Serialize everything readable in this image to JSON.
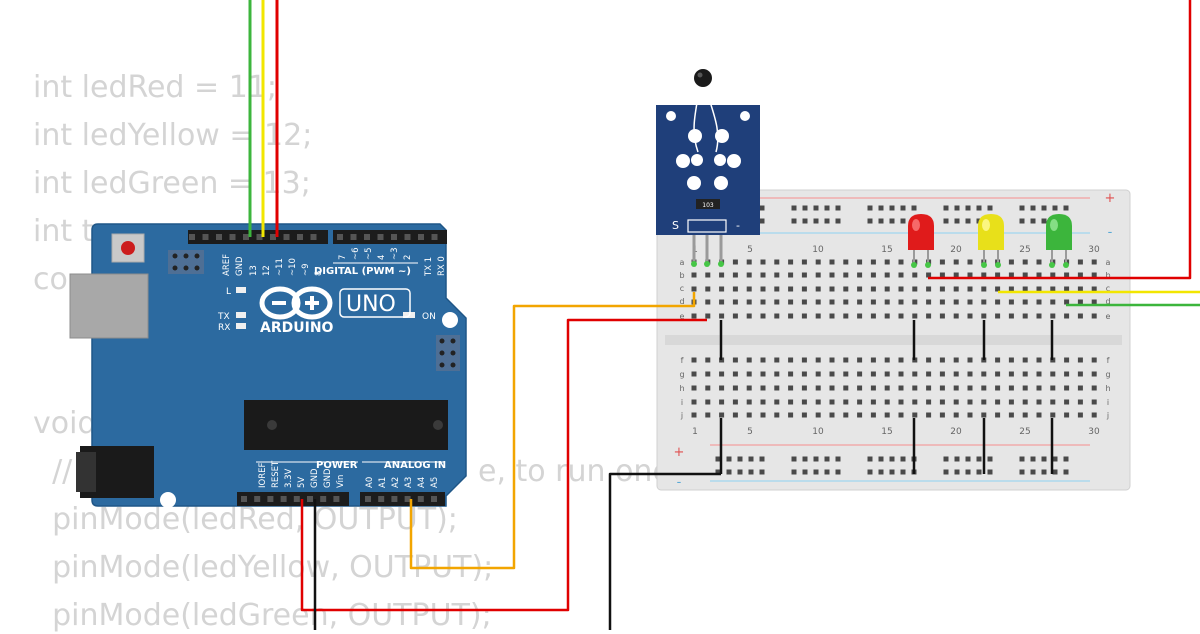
{
  "code_lines": [
    "int ledRed = 11;",
    "int ledYellow = 12;",
    "int ledGreen = 13;",
    "int t",
    "co",
    "void",
    "  //",
    "e, to run once:",
    "  pinMode(ledRed, OUTPUT);",
    "  pinMode(ledYellow, OUTPUT);",
    "  pinMode(ledGreen, OUTPUT);"
  ],
  "arduino": {
    "model": "UNO",
    "brand": "ARDUINO",
    "digital_header": "DIGITAL (PWM ~)",
    "power_label": "POWER",
    "analog_label": "ANALOG IN",
    "digital_pins": [
      "AREF",
      "GND",
      "13",
      "12",
      "~11",
      "~10",
      "~9",
      "8",
      "7",
      "~6",
      "~5",
      "4",
      "~3",
      "2",
      "TX 1",
      "RX 0"
    ],
    "power_pins": [
      "IOREF",
      "RESET",
      "3.3V",
      "5V",
      "GND",
      "GND",
      "Vin"
    ],
    "analog_pins": [
      "A0",
      "A1",
      "A2",
      "A3",
      "A4",
      "A5"
    ],
    "led_l": "L",
    "led_tx": "TX",
    "led_rx": "RX",
    "led_on": "ON"
  },
  "sensor": {
    "pin_s": "S",
    "pin_minus": "-",
    "chip_label": "103"
  },
  "breadboard": {
    "column_numbers": [
      "1",
      "5",
      "10",
      "15",
      "20",
      "25",
      "30"
    ],
    "rows_top": [
      "a",
      "b",
      "c",
      "d",
      "e"
    ],
    "rows_bottom": [
      "f",
      "g",
      "h",
      "i",
      "j"
    ],
    "plus": "+",
    "minus": "-"
  },
  "leds": [
    "red",
    "yellow",
    "green"
  ],
  "colors": {
    "board": "#2c6aa0",
    "board_edge": "#1f5687",
    "sensor_pcb": "#1f3f7a",
    "wire_red": "#e00000",
    "wire_yellow": "#f2e600",
    "wire_green": "#3cb53c",
    "wire_orange": "#f2a500",
    "wire_black": "#111111",
    "code_text": "#d4d4d4"
  }
}
